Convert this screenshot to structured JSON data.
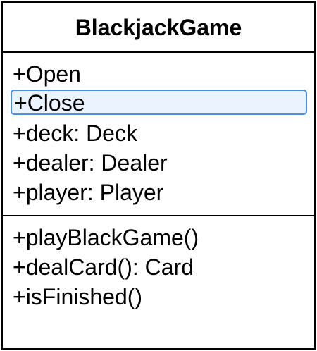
{
  "class_box": {
    "title": "BlackjackGame",
    "attributes": [
      {
        "text": "+Open",
        "selected": false
      },
      {
        "text": "+Close",
        "selected": true
      },
      {
        "text": "+deck: Deck",
        "selected": false
      },
      {
        "text": "+dealer: Dealer",
        "selected": false
      },
      {
        "text": "+player: Player",
        "selected": false
      }
    ],
    "methods": [
      {
        "text": "+playBlackGame()"
      },
      {
        "text": "+dealCard(): Card"
      },
      {
        "text": "+isFinished()"
      }
    ]
  },
  "colors": {
    "border": "#000000",
    "selection_border": "#4a90e2",
    "selection_fill": "#eaf3ff"
  }
}
